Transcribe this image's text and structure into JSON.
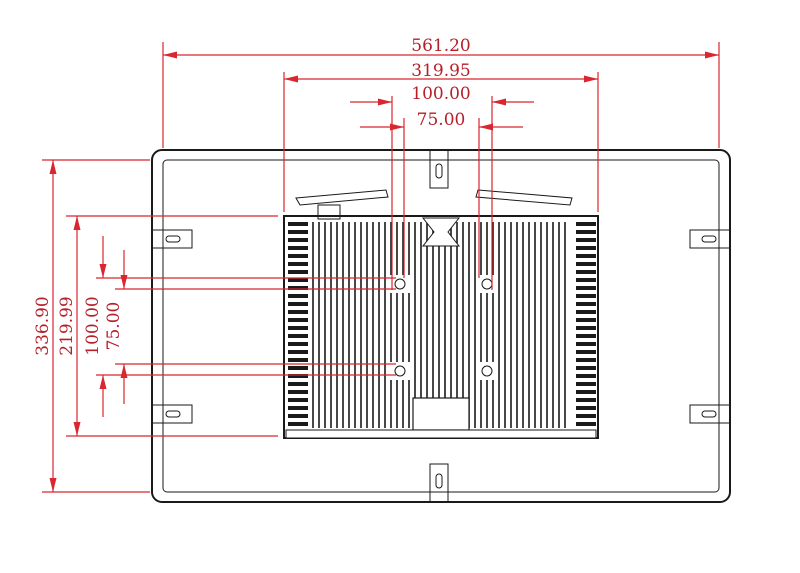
{
  "drawing": {
    "dimensions": {
      "overall_width": "561.20",
      "box_width": "319.95",
      "vesa_100_h": "100.00",
      "vesa_75_h": "75.00",
      "overall_height": "336.90",
      "box_height": "219.99",
      "vesa_100_v": "100.00",
      "vesa_75_v": "75.00"
    },
    "colors": {
      "dimension": "#d9262f",
      "outline": "#1a1a1a",
      "background": "#ffffff"
    }
  }
}
